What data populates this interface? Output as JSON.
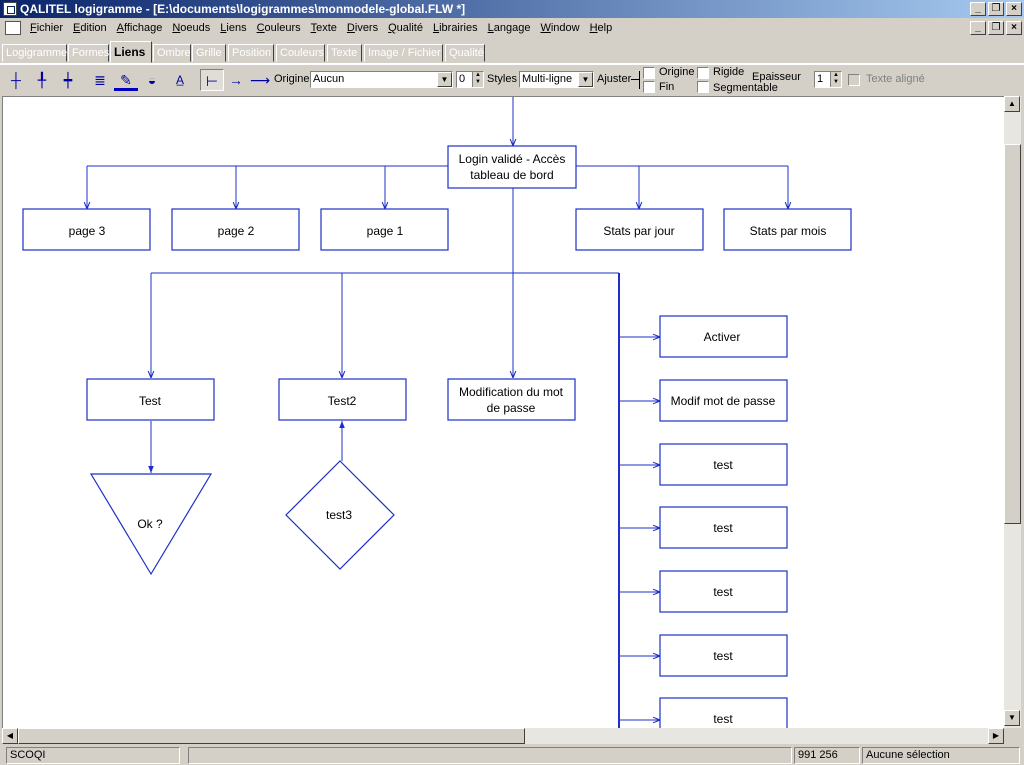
{
  "window": {
    "title": "QALITEL logigramme - [E:\\documents\\logigrammes\\monmodele-global.FLW *]"
  },
  "menu": [
    "Fichier",
    "Edition",
    "Affichage",
    "Noeuds",
    "Liens",
    "Couleurs",
    "Texte",
    "Divers",
    "Qualité",
    "Librairies",
    "Langage",
    "Window",
    "Help"
  ],
  "tabs": [
    "Logigramme",
    "Formes",
    "Liens",
    "Ombre",
    "Grille",
    "Position",
    "Couleurs",
    "Texte",
    "Image / Fichier",
    "Qualité"
  ],
  "active_tab": "Liens",
  "toolbar": {
    "origine_label": "Origine",
    "origine_value": "Aucun",
    "spin_value": "0",
    "styles_label": "Styles",
    "styles_value": "Multi-ligne",
    "ajuster_label": "Ajuster",
    "chk_origine": "Origine",
    "chk_fin": "Fin",
    "chk_rigide": "Rigide",
    "chk_segmentable": "Segmentable",
    "epaisseur_label": "Epaisseur",
    "epaisseur_value": "1",
    "texte_aligne": "Texte aligné"
  },
  "diagram": {
    "colors": {
      "stroke": "#1c2fc8",
      "fill": "#ffffff"
    },
    "nodes": {
      "login": [
        "Login validé - Accès",
        "tableau de bord"
      ],
      "page3": "page 3",
      "page2": "page 2",
      "page1": "page 1",
      "stats_jour": "Stats par jour",
      "stats_mois": "Stats par mois",
      "test": "Test",
      "test2": "Test2",
      "modif_mdp": [
        "Modification du mot",
        "de passe"
      ],
      "ok": "Ok ?",
      "test3": "test3",
      "activer": "Activer",
      "modif_mot": "Modif mot de passe",
      "test_a": "test",
      "test_b": "test",
      "test_c": "test",
      "test_d": "test",
      "test_e": "test"
    }
  },
  "status": {
    "left": "SCOQI",
    "coords": "991 256",
    "selection": "Aucune sélection"
  }
}
